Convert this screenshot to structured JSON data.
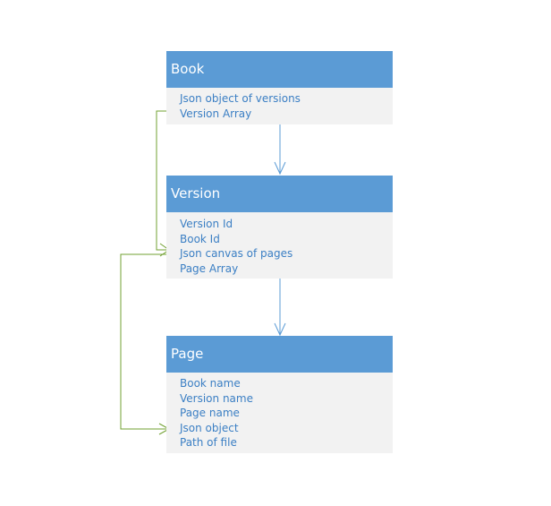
{
  "entities": [
    {
      "id": "book",
      "title": "Book",
      "fields": [
        "Json object of versions",
        "Version Array"
      ]
    },
    {
      "id": "version",
      "title": "Version",
      "fields": [
        "Version Id",
        "Book Id",
        "Json canvas of pages",
        "Page Array"
      ]
    },
    {
      "id": "page",
      "title": "Page",
      "fields": [
        "Book name",
        "Version name",
        "Page name",
        "Json object",
        "Path of file"
      ]
    }
  ],
  "colors": {
    "header_fill": "#5b9bd5",
    "header_text": "#ffffff",
    "body_fill": "#f2f2f2",
    "field_text": "#3b7fc4",
    "hierarchy_arrow": "#5b9bd5",
    "reference_arrow": "#70a030"
  },
  "connectors": [
    {
      "from": "book",
      "to": "version",
      "style": "hierarchy"
    },
    {
      "from": "version",
      "to": "page",
      "style": "hierarchy"
    },
    {
      "from": "book.Version Array",
      "to": "version.Json canvas of pages",
      "style": "reference"
    },
    {
      "from": "version.Json canvas of pages",
      "to": "page.Json object",
      "style": "reference"
    }
  ]
}
